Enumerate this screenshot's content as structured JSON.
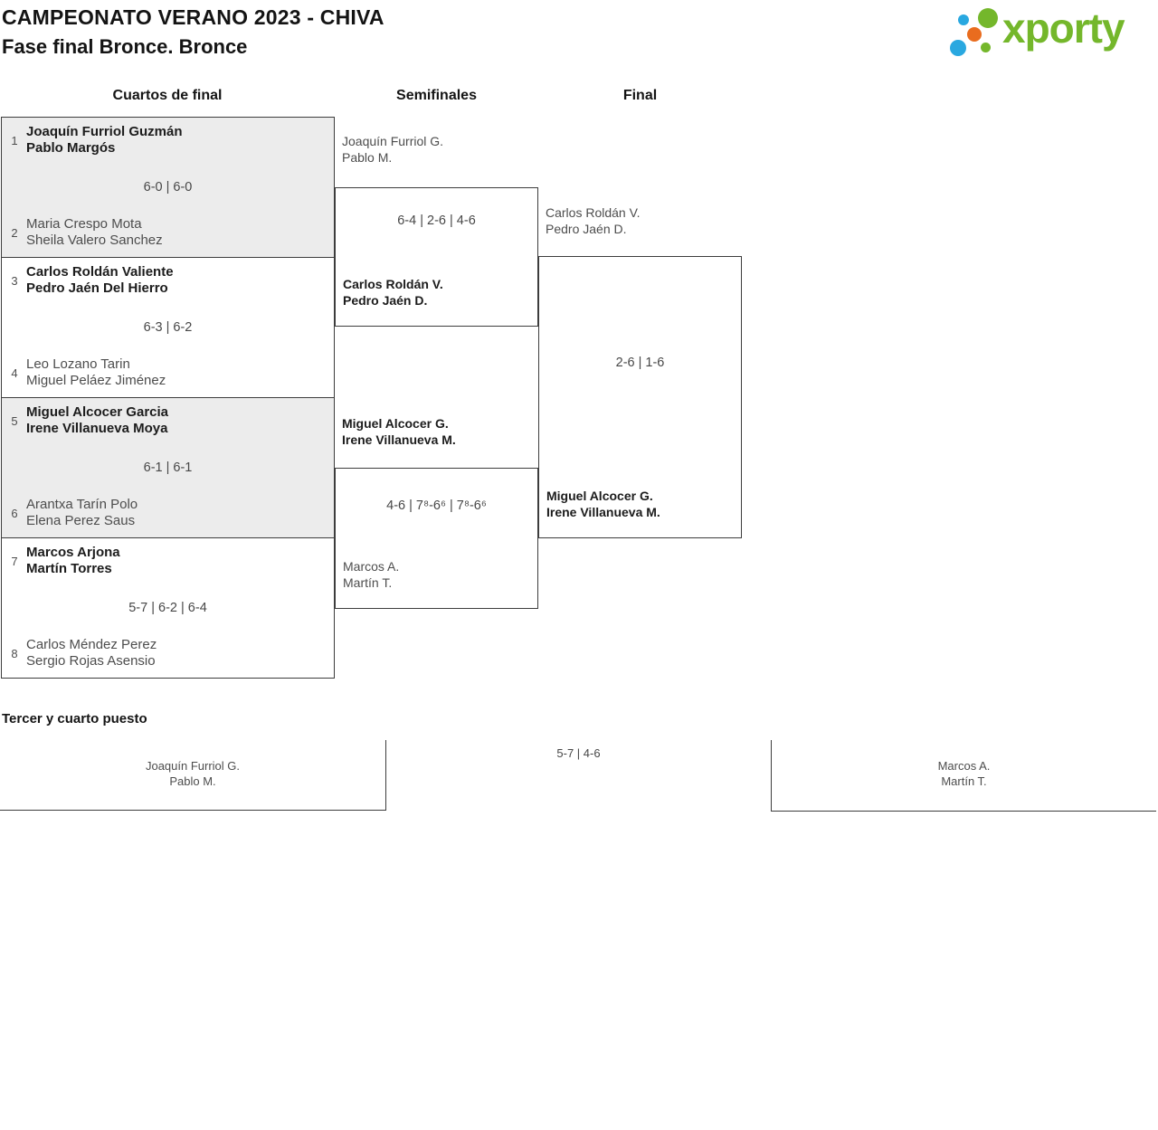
{
  "header": {
    "title": "CAMPEONATO VERANO 2023 - CHIVA",
    "subtitle": "Fase final Bronce. Bronce",
    "logo_text": "xporty",
    "logo_colors": {
      "green": "#74b72b",
      "blue": "#29a8e0",
      "orange": "#e96c1e"
    }
  },
  "columns": {
    "quarterfinals": "Cuartos de final",
    "semifinals": "Semifinales",
    "final": "Final"
  },
  "bracket": {
    "quarterfinals": [
      {
        "seed_top": "1",
        "team_top": [
          "Joaquín Furriol Guzmán",
          "Pablo Margós"
        ],
        "top_winner": true,
        "score": "6-0 | 6-0",
        "seed_bottom": "2",
        "team_bottom": [
          "Maria Crespo Mota",
          "Sheila Valero Sanchez"
        ],
        "bottom_winner": false
      },
      {
        "seed_top": "3",
        "team_top": [
          "Carlos Roldán Valiente",
          "Pedro Jaén Del Hierro"
        ],
        "top_winner": true,
        "score": "6-3 | 6-2",
        "seed_bottom": "4",
        "team_bottom": [
          "Leo Lozano Tarin",
          "Miguel Peláez Jiménez"
        ],
        "bottom_winner": false
      },
      {
        "seed_top": "5",
        "team_top": [
          "Miguel Alcocer Garcia",
          "Irene Villanueva Moya"
        ],
        "top_winner": true,
        "score": "6-1 | 6-1",
        "seed_bottom": "6",
        "team_bottom": [
          "Arantxa Tarín Polo",
          "Elena Perez Saus"
        ],
        "bottom_winner": false
      },
      {
        "seed_top": "7",
        "team_top": [
          "Marcos Arjona",
          "Martín Torres"
        ],
        "top_winner": true,
        "score": "5-7 | 6-2 | 6-4",
        "seed_bottom": "8",
        "team_bottom": [
          "Carlos Méndez Perez",
          "Sergio Rojas Asensio"
        ],
        "bottom_winner": false
      }
    ],
    "semifinals": [
      {
        "team_top": [
          "Joaquín Furriol G.",
          "Pablo M."
        ],
        "top_winner": false,
        "score": "6-4 | 2-6 | 4-6",
        "team_bottom": [
          "Carlos Roldán V.",
          "Pedro Jaén D."
        ],
        "bottom_winner": true
      },
      {
        "team_top": [
          "Miguel Alcocer G.",
          "Irene Villanueva M."
        ],
        "top_winner": true,
        "score": "4-6 | 7⁸-6⁶ | 7⁸-6⁶",
        "team_bottom": [
          "Marcos A.",
          "Martín T."
        ],
        "bottom_winner": false
      }
    ],
    "final": {
      "team_top": [
        "Carlos Roldán V.",
        "Pedro Jaén D."
      ],
      "top_winner": false,
      "score": "2-6 | 1-6",
      "team_bottom": [
        "Miguel Alcocer G.",
        "Irene Villanueva M."
      ],
      "bottom_winner": true
    }
  },
  "third_place": {
    "title": "Tercer y cuarto puesto",
    "team_left": [
      "Joaquín Furriol G.",
      "Pablo M."
    ],
    "score": "5-7 | 4-6",
    "team_right": [
      "Marcos A.",
      "Martín T."
    ]
  }
}
